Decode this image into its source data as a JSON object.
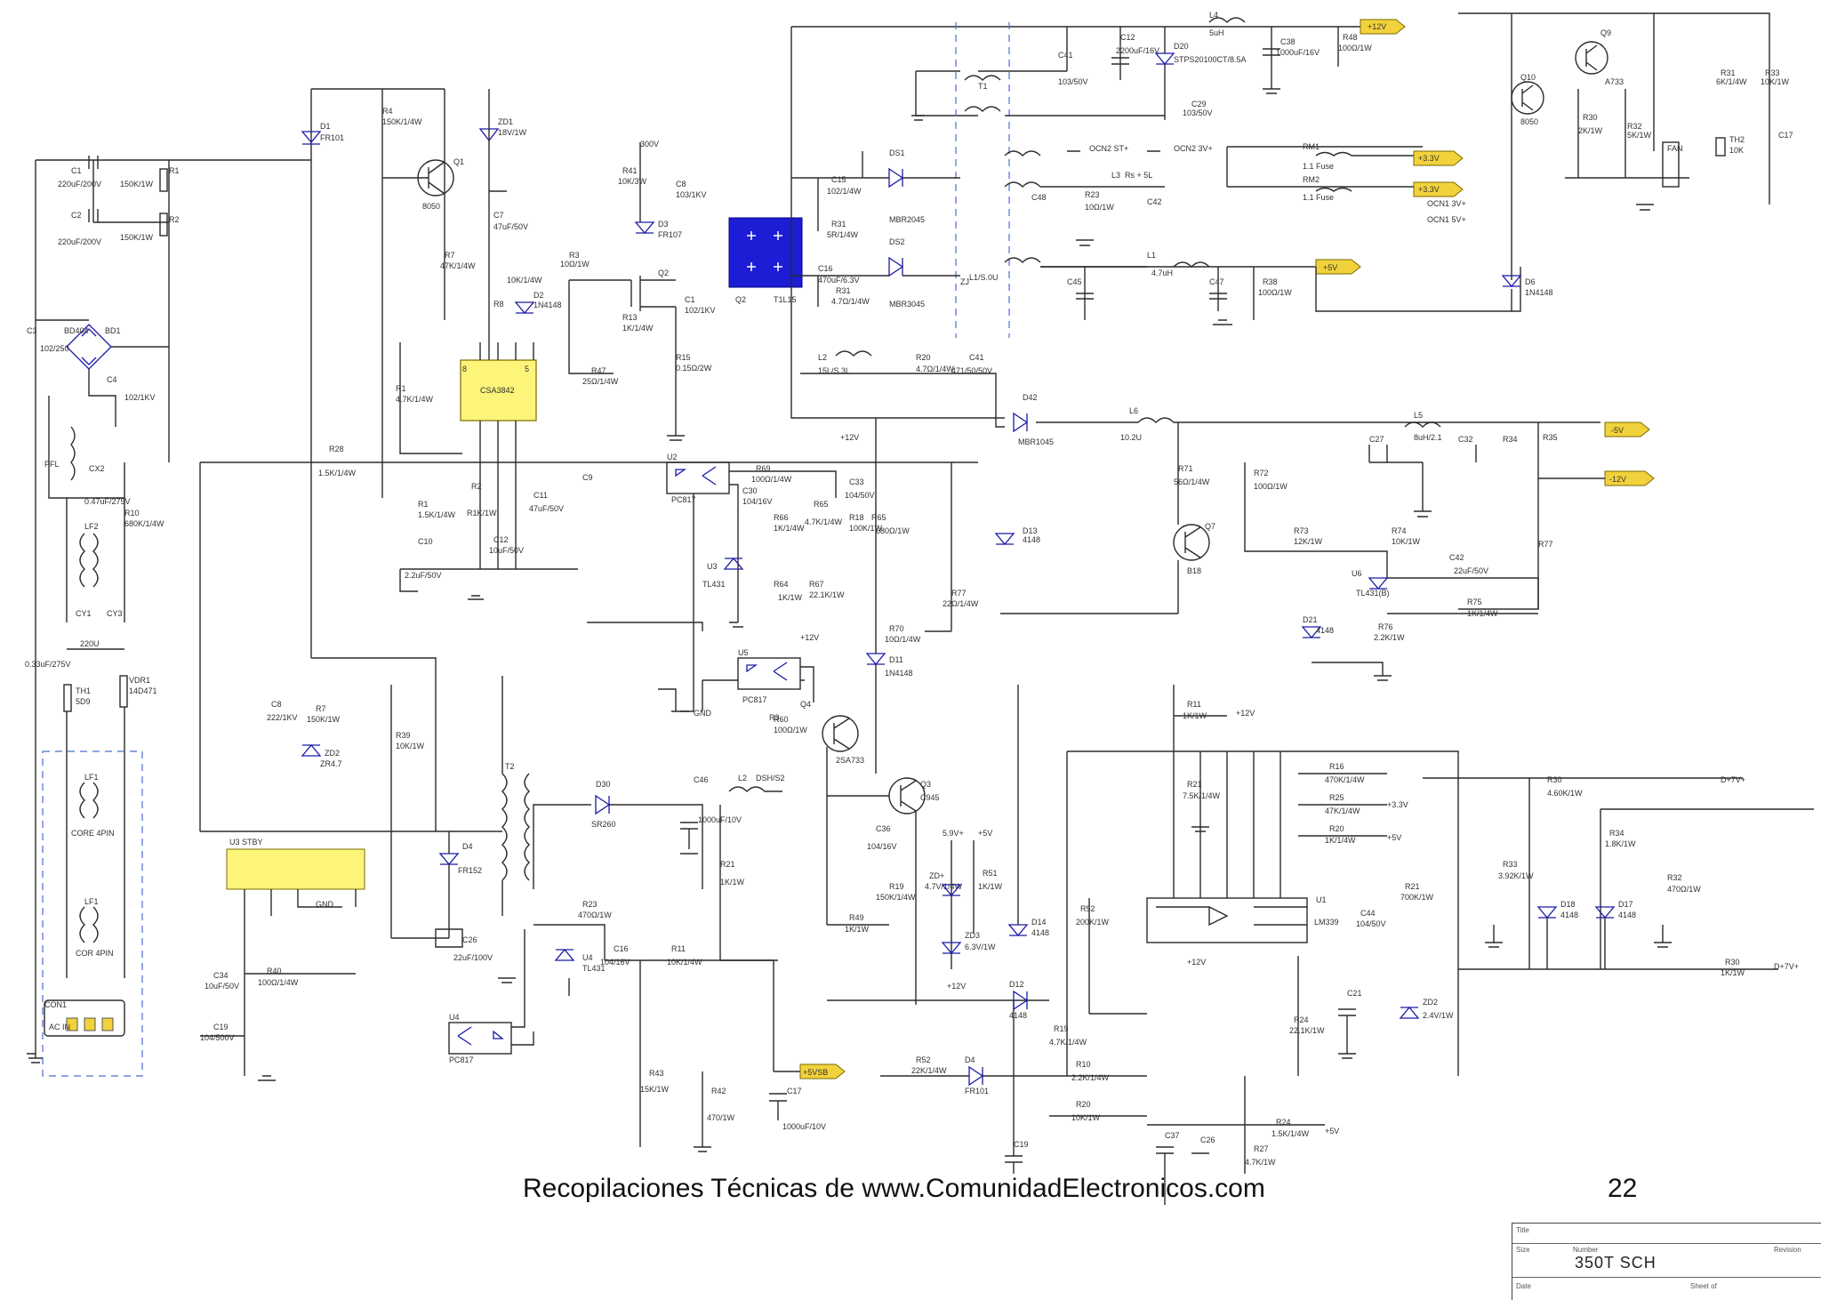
{
  "footer": {
    "credit": "Recopilaciones Técnicas de www.ComunidadElectronicos.com",
    "page_number": "22"
  },
  "title_block": {
    "title_label": "Title",
    "number_label": "Number",
    "revision_label": "Revision",
    "size_label": "Size",
    "date_label": "Date",
    "sheet_label": "Sheet   of",
    "document_title": "350T  SCH"
  },
  "net_labels": {
    "plus_12v": "+12V",
    "plus_5v": "+5V",
    "minus_5v": "-5V",
    "minus_12v": "-12V",
    "plus_3v3": "+3.3V",
    "plus_5vsb": "+5VSB"
  },
  "chips": {
    "pwm_controller": "CSA3842"
  },
  "colors": {
    "blue_component": "#1a1aa6",
    "yellow_chip": "#fdf57a",
    "net_label_fill": "#f2d23c",
    "bridge_fill": "#1d1dd6"
  }
}
